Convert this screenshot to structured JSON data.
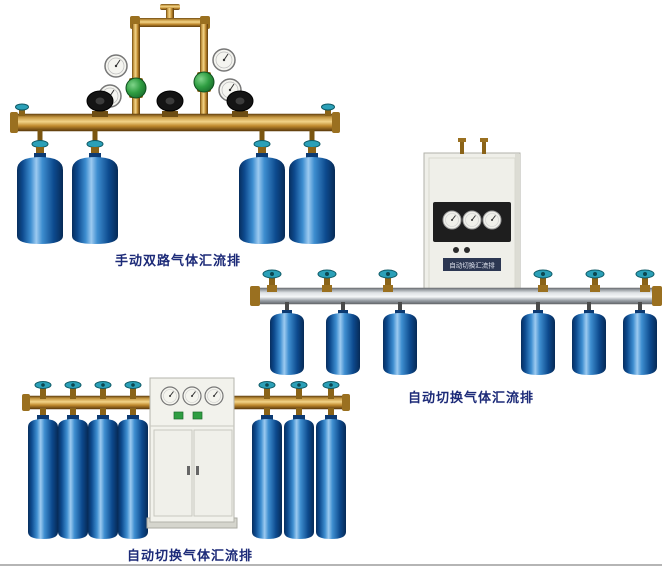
{
  "page": {
    "background_color": "#ffffff",
    "bottom_rule_color": "#b5b5b5"
  },
  "colors": {
    "cylinder_blue": "#1668b5",
    "brass": "#c08a2e",
    "valve_teal": "#2ba0b8",
    "manifold_silver": "#d9dcdf",
    "cabinet_white": "#efefe9",
    "regulator_green": "#2f9e42",
    "caption_navy": "#1c2a78"
  },
  "products": [
    {
      "id": "manual-dual-manifold",
      "caption": "手动双路气体汇流排",
      "cylinder_count": 4
    },
    {
      "id": "auto-switch-manifold-wall-cabinet",
      "caption": "自动切换气体汇流排",
      "cabinet_label": "自动切换汇流排",
      "cylinder_count": 6
    },
    {
      "id": "auto-switch-manifold-floor-cabinet",
      "caption": "自动切换气体汇流排",
      "cylinder_count": 7
    }
  ]
}
